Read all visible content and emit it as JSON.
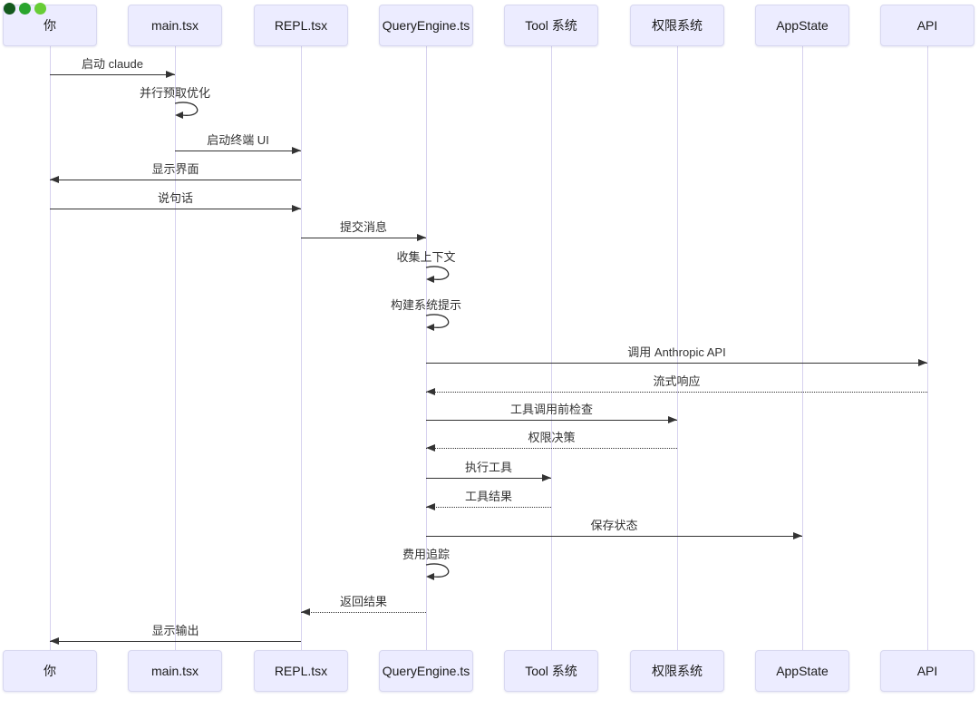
{
  "window": {
    "traffic_lights": {
      "colors": [
        "#145a1e",
        "#2aa52e",
        "#67cd36"
      ]
    }
  },
  "diagram": {
    "type": "sequence",
    "actors": [
      {
        "label": "你"
      },
      {
        "label": "main.tsx"
      },
      {
        "label": "REPL.tsx"
      },
      {
        "label": "QueryEngine.ts"
      },
      {
        "label": "Tool 系统"
      },
      {
        "label": "权限系统"
      },
      {
        "label": "AppState"
      },
      {
        "label": "API"
      }
    ],
    "messages": [
      {
        "from": "你",
        "to": "main.tsx",
        "label": "启动 claude",
        "line": "solid"
      },
      {
        "from": "main.tsx",
        "to": "main.tsx",
        "label": "并行预取优化",
        "line": "self"
      },
      {
        "from": "main.tsx",
        "to": "REPL.tsx",
        "label": "启动终端 UI",
        "line": "solid"
      },
      {
        "from": "REPL.tsx",
        "to": "你",
        "label": "显示界面",
        "line": "solid"
      },
      {
        "from": "你",
        "to": "REPL.tsx",
        "label": "说句话",
        "line": "solid"
      },
      {
        "from": "REPL.tsx",
        "to": "QueryEngine.ts",
        "label": "提交消息",
        "line": "solid"
      },
      {
        "from": "QueryEngine.ts",
        "to": "QueryEngine.ts",
        "label": "收集上下文",
        "line": "self"
      },
      {
        "from": "QueryEngine.ts",
        "to": "QueryEngine.ts",
        "label": "构建系统提示",
        "line": "self"
      },
      {
        "from": "QueryEngine.ts",
        "to": "API",
        "label": "调用 Anthropic API",
        "line": "solid"
      },
      {
        "from": "API",
        "to": "QueryEngine.ts",
        "label": "流式响应",
        "line": "dotted"
      },
      {
        "from": "QueryEngine.ts",
        "to": "权限系统",
        "label": "工具调用前检查",
        "line": "solid"
      },
      {
        "from": "权限系统",
        "to": "QueryEngine.ts",
        "label": "权限决策",
        "line": "dotted"
      },
      {
        "from": "QueryEngine.ts",
        "to": "Tool 系统",
        "label": "执行工具",
        "line": "solid"
      },
      {
        "from": "Tool 系统",
        "to": "QueryEngine.ts",
        "label": "工具结果",
        "line": "dotted"
      },
      {
        "from": "QueryEngine.ts",
        "to": "AppState",
        "label": "保存状态",
        "line": "solid"
      },
      {
        "from": "QueryEngine.ts",
        "to": "QueryEngine.ts",
        "label": "费用追踪",
        "line": "self"
      },
      {
        "from": "QueryEngine.ts",
        "to": "REPL.tsx",
        "label": "返回结果",
        "line": "dotted"
      },
      {
        "from": "REPL.tsx",
        "to": "你",
        "label": "显示输出",
        "line": "solid"
      }
    ],
    "colors": {
      "actor_fill": "#ECECFF",
      "actor_border": "#d8d8f0",
      "lifeline": "#d7d2ef",
      "arrow": "#333333",
      "text": "#222222"
    }
  }
}
